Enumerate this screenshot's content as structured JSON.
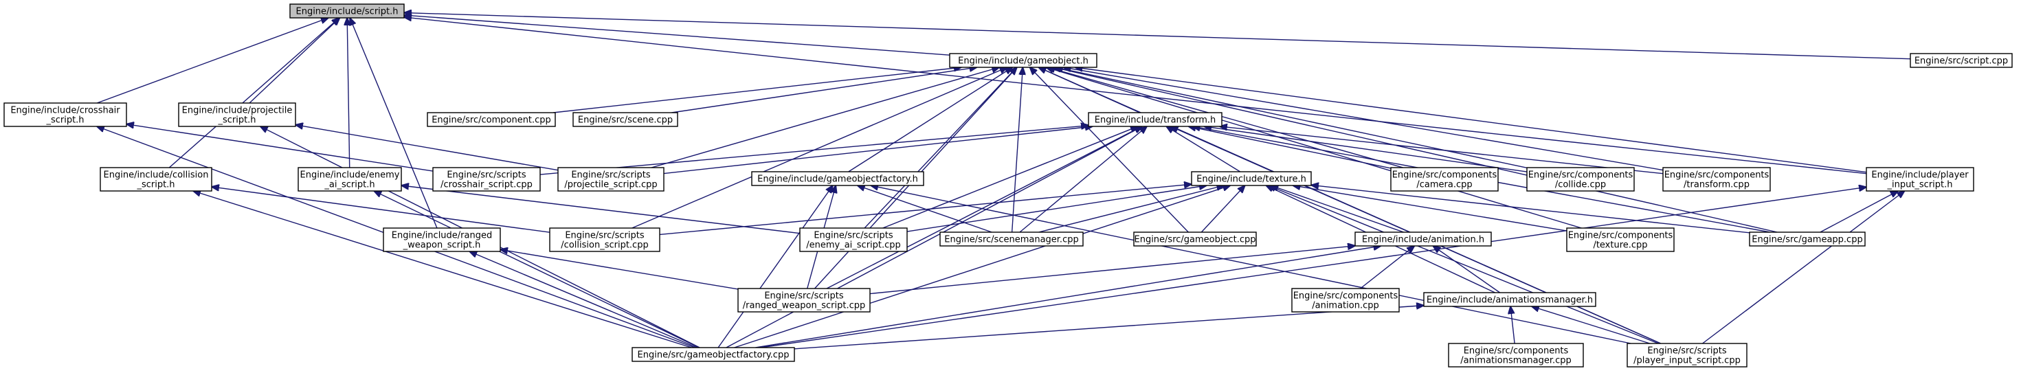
{
  "nodes": [
    {
      "id": "script_h",
      "lines": [
        "Engine/include/script.h"
      ],
      "root": true
    },
    {
      "id": "gameobject_h",
      "lines": [
        "Engine/include/gameobject.h"
      ]
    },
    {
      "id": "script_cpp",
      "lines": [
        "Engine/src/script.cpp"
      ]
    },
    {
      "id": "crosshair_h",
      "lines": [
        "Engine/include/crosshair",
        "_script.h"
      ]
    },
    {
      "id": "projectile_h",
      "lines": [
        "Engine/include/projectile",
        "_script.h"
      ]
    },
    {
      "id": "component_cpp",
      "lines": [
        "Engine/src/component.cpp"
      ]
    },
    {
      "id": "scene_cpp",
      "lines": [
        "Engine/src/scene.cpp"
      ]
    },
    {
      "id": "transform_h",
      "lines": [
        "Engine/include/transform.h"
      ]
    },
    {
      "id": "collision_h",
      "lines": [
        "Engine/include/collision",
        "_script.h"
      ]
    },
    {
      "id": "enemy_h",
      "lines": [
        "Engine/include/enemy",
        "_ai_script.h"
      ]
    },
    {
      "id": "crosshair_cpp",
      "lines": [
        "Engine/src/scripts",
        "/crosshair_script.cpp"
      ]
    },
    {
      "id": "projectile_cpp",
      "lines": [
        "Engine/src/scripts",
        "/projectile_script.cpp"
      ]
    },
    {
      "id": "gofactory_h",
      "lines": [
        "Engine/include/gameobjectfactory.h"
      ]
    },
    {
      "id": "texture_h",
      "lines": [
        "Engine/include/texture.h"
      ]
    },
    {
      "id": "camera_cpp",
      "lines": [
        "Engine/src/components",
        "/camera.cpp"
      ]
    },
    {
      "id": "collide_cpp",
      "lines": [
        "Engine/src/components",
        "/collide.cpp"
      ]
    },
    {
      "id": "transform_cpp",
      "lines": [
        "Engine/src/components",
        "/transform.cpp"
      ]
    },
    {
      "id": "player_h",
      "lines": [
        "Engine/include/player",
        "_input_script.h"
      ]
    },
    {
      "id": "ranged_h",
      "lines": [
        "Engine/include/ranged",
        "_weapon_script.h"
      ]
    },
    {
      "id": "collision_cpp",
      "lines": [
        "Engine/src/scripts",
        "/collision_script.cpp"
      ]
    },
    {
      "id": "enemy_cpp",
      "lines": [
        "Engine/src/scripts",
        "/enemy_ai_script.cpp"
      ]
    },
    {
      "id": "scenemanager_cpp",
      "lines": [
        "Engine/src/scenemanager.cpp"
      ]
    },
    {
      "id": "gameobject_cpp",
      "lines": [
        "Engine/src/gameobject.cpp"
      ]
    },
    {
      "id": "animation_h",
      "lines": [
        "Engine/include/animation.h"
      ]
    },
    {
      "id": "texture_cpp",
      "lines": [
        "Engine/src/components",
        "/texture.cpp"
      ]
    },
    {
      "id": "gameapp_cpp",
      "lines": [
        "Engine/src/gameapp.cpp"
      ]
    },
    {
      "id": "ranged_cpp",
      "lines": [
        "Engine/src/scripts",
        "/ranged_weapon_script.cpp"
      ]
    },
    {
      "id": "animation_cpp",
      "lines": [
        "Engine/src/components",
        "/animation.cpp"
      ]
    },
    {
      "id": "animmgr_h",
      "lines": [
        "Engine/include/animationsmanager.h"
      ]
    },
    {
      "id": "gofactory_cpp",
      "lines": [
        "Engine/src/gameobjectfactory.cpp"
      ]
    },
    {
      "id": "animmgr_cpp",
      "lines": [
        "Engine/src/components",
        "/animationsmanager.cpp"
      ]
    },
    {
      "id": "player_cpp",
      "lines": [
        "Engine/src/scripts",
        "/player_input_script.cpp"
      ]
    }
  ],
  "edges": [
    [
      "script_h",
      "gameobject_h"
    ],
    [
      "script_h",
      "script_cpp"
    ],
    [
      "script_h",
      "crosshair_h"
    ],
    [
      "script_h",
      "projectile_h"
    ],
    [
      "script_h",
      "collision_h"
    ],
    [
      "script_h",
      "enemy_h"
    ],
    [
      "script_h",
      "ranged_h"
    ],
    [
      "script_h",
      "player_h"
    ],
    [
      "gameobject_h",
      "component_cpp"
    ],
    [
      "gameobject_h",
      "scene_cpp"
    ],
    [
      "gameobject_h",
      "transform_h"
    ],
    [
      "gameobject_h",
      "gofactory_h"
    ],
    [
      "gameobject_h",
      "camera_cpp"
    ],
    [
      "gameobject_h",
      "collide_cpp"
    ],
    [
      "gameobject_h",
      "transform_cpp"
    ],
    [
      "gameobject_h",
      "player_h"
    ],
    [
      "gameobject_h",
      "gameapp_cpp"
    ],
    [
      "gameobject_h",
      "projectile_cpp"
    ],
    [
      "gameobject_h",
      "collision_cpp"
    ],
    [
      "gameobject_h",
      "enemy_cpp"
    ],
    [
      "gameobject_h",
      "scenemanager_cpp"
    ],
    [
      "gameobject_h",
      "gameobject_cpp"
    ],
    [
      "gameobject_h",
      "texture_cpp"
    ],
    [
      "gameobject_h",
      "ranged_cpp"
    ],
    [
      "gameobject_h",
      "player_cpp"
    ],
    [
      "crosshair_h",
      "crosshair_cpp"
    ],
    [
      "crosshair_h",
      "gofactory_cpp"
    ],
    [
      "projectile_h",
      "projectile_cpp"
    ],
    [
      "projectile_h",
      "gofactory_cpp"
    ],
    [
      "transform_h",
      "texture_h"
    ],
    [
      "transform_h",
      "camera_cpp"
    ],
    [
      "transform_h",
      "collide_cpp"
    ],
    [
      "transform_h",
      "transform_cpp"
    ],
    [
      "transform_h",
      "crosshair_cpp"
    ],
    [
      "transform_h",
      "projectile_cpp"
    ],
    [
      "transform_h",
      "enemy_cpp"
    ],
    [
      "transform_h",
      "scenemanager_cpp"
    ],
    [
      "transform_h",
      "ranged_cpp"
    ],
    [
      "transform_h",
      "gofactory_cpp"
    ],
    [
      "transform_h",
      "gameapp_cpp"
    ],
    [
      "transform_h",
      "player_cpp"
    ],
    [
      "collision_h",
      "collision_cpp"
    ],
    [
      "collision_h",
      "gofactory_cpp"
    ],
    [
      "enemy_h",
      "enemy_cpp"
    ],
    [
      "enemy_h",
      "gofactory_cpp"
    ],
    [
      "gofactory_h",
      "scenemanager_cpp"
    ],
    [
      "gofactory_h",
      "ranged_cpp"
    ],
    [
      "gofactory_h",
      "gofactory_cpp"
    ],
    [
      "gofactory_h",
      "player_cpp"
    ],
    [
      "texture_h",
      "animation_h"
    ],
    [
      "texture_h",
      "texture_cpp"
    ],
    [
      "texture_h",
      "gameapp_cpp"
    ],
    [
      "texture_h",
      "gameobject_cpp"
    ],
    [
      "texture_h",
      "scenemanager_cpp"
    ],
    [
      "texture_h",
      "enemy_cpp"
    ],
    [
      "texture_h",
      "collision_cpp"
    ],
    [
      "texture_h",
      "gofactory_cpp"
    ],
    [
      "texture_h",
      "animmgr_h"
    ],
    [
      "texture_h",
      "player_cpp"
    ],
    [
      "ranged_h",
      "ranged_cpp"
    ],
    [
      "ranged_h",
      "gofactory_cpp"
    ],
    [
      "animation_h",
      "animation_cpp"
    ],
    [
      "animation_h",
      "animmgr_h"
    ],
    [
      "animation_h",
      "ranged_cpp"
    ],
    [
      "animation_h",
      "gofactory_cpp"
    ],
    [
      "animmgr_h",
      "animmgr_cpp"
    ],
    [
      "animmgr_h",
      "player_cpp"
    ],
    [
      "animmgr_h",
      "gofactory_cpp"
    ],
    [
      "player_h",
      "gameapp_cpp"
    ],
    [
      "player_h",
      "player_cpp"
    ],
    [
      "player_h",
      "gofactory_cpp"
    ]
  ],
  "colors": {
    "edge": "#191970",
    "node_border": "#000000",
    "node_fill": "#ffffff",
    "root_fill": "#bfbfbf"
  }
}
